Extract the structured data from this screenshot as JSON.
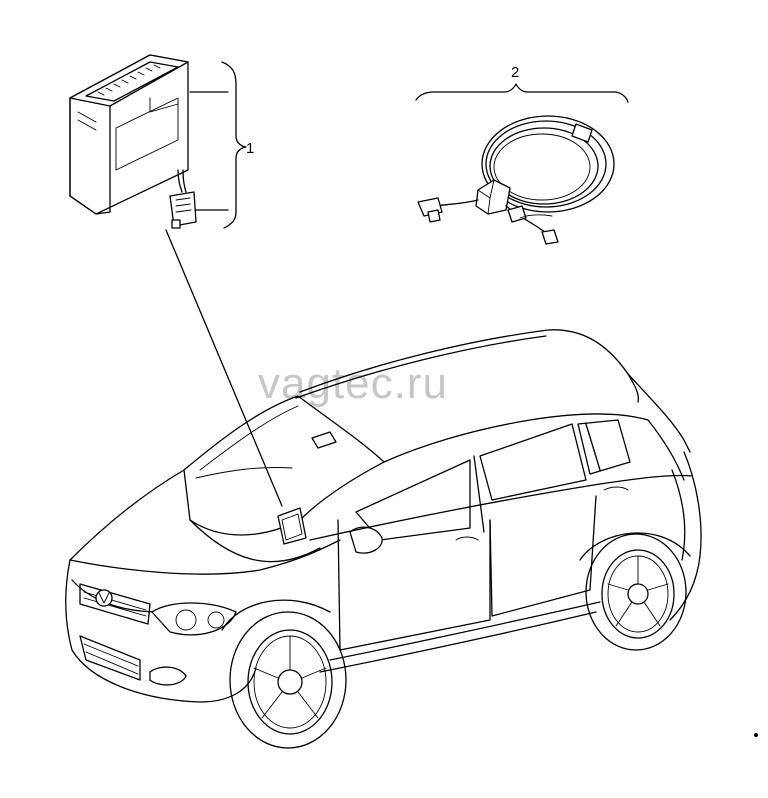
{
  "watermark": "vagtec.ru",
  "callouts": [
    {
      "number": "1"
    },
    {
      "number": "2"
    }
  ]
}
